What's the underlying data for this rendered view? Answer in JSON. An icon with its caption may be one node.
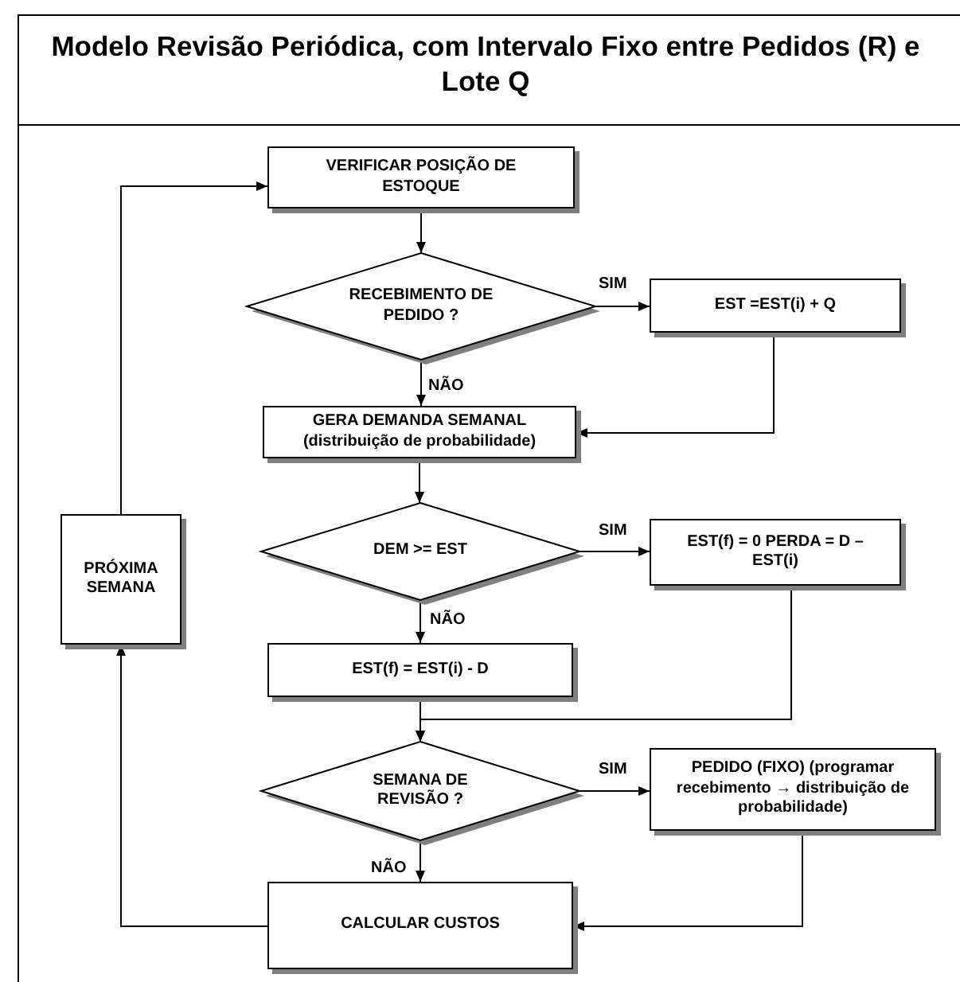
{
  "diagram": {
    "title": "Modelo Revisão Periódica, com Intervalo Fixo entre Pedidos (R) e Lote Q",
    "nodes": [
      {
        "text": [
          "VERIFICAR POSIÇÃO DE ESTOQUE"
        ]
      },
      {
        "text": [
          "RECEBIMENTO DE PEDIDO ?"
        ]
      },
      {
        "text": [
          "EST =EST(i) + Q"
        ]
      },
      {
        "text": [
          "GERA DEMANDA SEMANAL (distribuição de probabilidade)"
        ]
      },
      {
        "text": [
          "DEM >= EST"
        ]
      },
      {
        "text": [
          "EST(f) = 0 PERDA = D – EST(i)"
        ]
      },
      {
        "text": [
          "EST(f) = EST(i) - D"
        ]
      },
      {
        "text": [
          "SEMANA DE REVISÃO ?"
        ]
      },
      {
        "text": [
          "PEDIDO (FIXO) (programar recebimento → distribuição de probabilidade)"
        ]
      },
      {
        "text": [
          "CALCULAR CUSTOS"
        ]
      },
      {
        "text": [
          "PRÓXIMA SEMANA"
        ]
      }
    ],
    "edges": [
      {
        "from": 0,
        "to": 1,
        "arrow": "to"
      },
      {
        "from": 1,
        "to": 2,
        "arrow": "to",
        "label": "SIM"
      },
      {
        "from": 1,
        "to": 3,
        "arrow": "to",
        "label": "NÃO"
      },
      {
        "from": 2,
        "to": 3,
        "arrow": "to"
      },
      {
        "from": 3,
        "to": 4,
        "arrow": "to"
      },
      {
        "from": 4,
        "to": 5,
        "arrow": "to",
        "label": "SIM"
      },
      {
        "from": 4,
        "to": 6,
        "arrow": "to",
        "label": "NÃO"
      },
      {
        "from": 5,
        "to": 7,
        "arrow": "to"
      },
      {
        "from": 6,
        "to": 7,
        "arrow": "to"
      },
      {
        "from": 7,
        "to": 8,
        "arrow": "to",
        "label": "SIM"
      },
      {
        "from": 7,
        "to": 9,
        "arrow": "to",
        "label": "NÃO"
      },
      {
        "from": 8,
        "to": 9,
        "arrow": "to"
      },
      {
        "from": 9,
        "to": 10,
        "arrow": "to"
      },
      {
        "from": 10,
        "to": 0,
        "arrow": "to"
      }
    ]
  }
}
